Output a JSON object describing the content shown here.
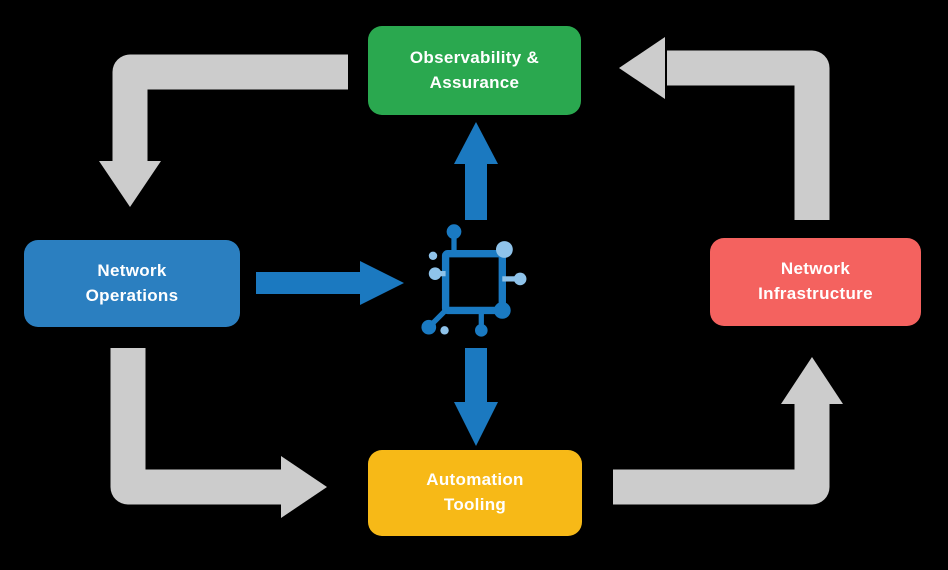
{
  "colors": {
    "background": "#000000",
    "text": "#ffffff",
    "node-green": "#2aa84f",
    "node-blue": "#2b7fc0",
    "node-yellow": "#f7b917",
    "node-red": "#f4625f",
    "arrow-gray": "#cccccc",
    "arrow-blue": "#1b79c0",
    "icon-blue": "#1a7ac2",
    "icon-light": "#8fc3ea"
  },
  "diagram": {
    "nodes": {
      "observability": {
        "label": "Observability &\nAssurance",
        "color": "#2aa84f"
      },
      "network_operations": {
        "label": "Network\nOperations",
        "color": "#2b7fc0"
      },
      "automation_tooling": {
        "label": "Automation\nTooling",
        "color": "#f7b917"
      },
      "network_infrastructure": {
        "label": "Network\nInfrastructure",
        "color": "#f4625f"
      }
    },
    "center_icon": "network-nodes-icon",
    "arrows": {
      "cycle_color": "#cccccc",
      "accent_color": "#1b79c0",
      "flow": [
        "observability -> network_operations",
        "network_operations -> automation_tooling",
        "automation_tooling -> network_infrastructure",
        "network_infrastructure -> observability",
        "network_operations -> center",
        "center -> observability",
        "center -> automation_tooling"
      ]
    }
  }
}
